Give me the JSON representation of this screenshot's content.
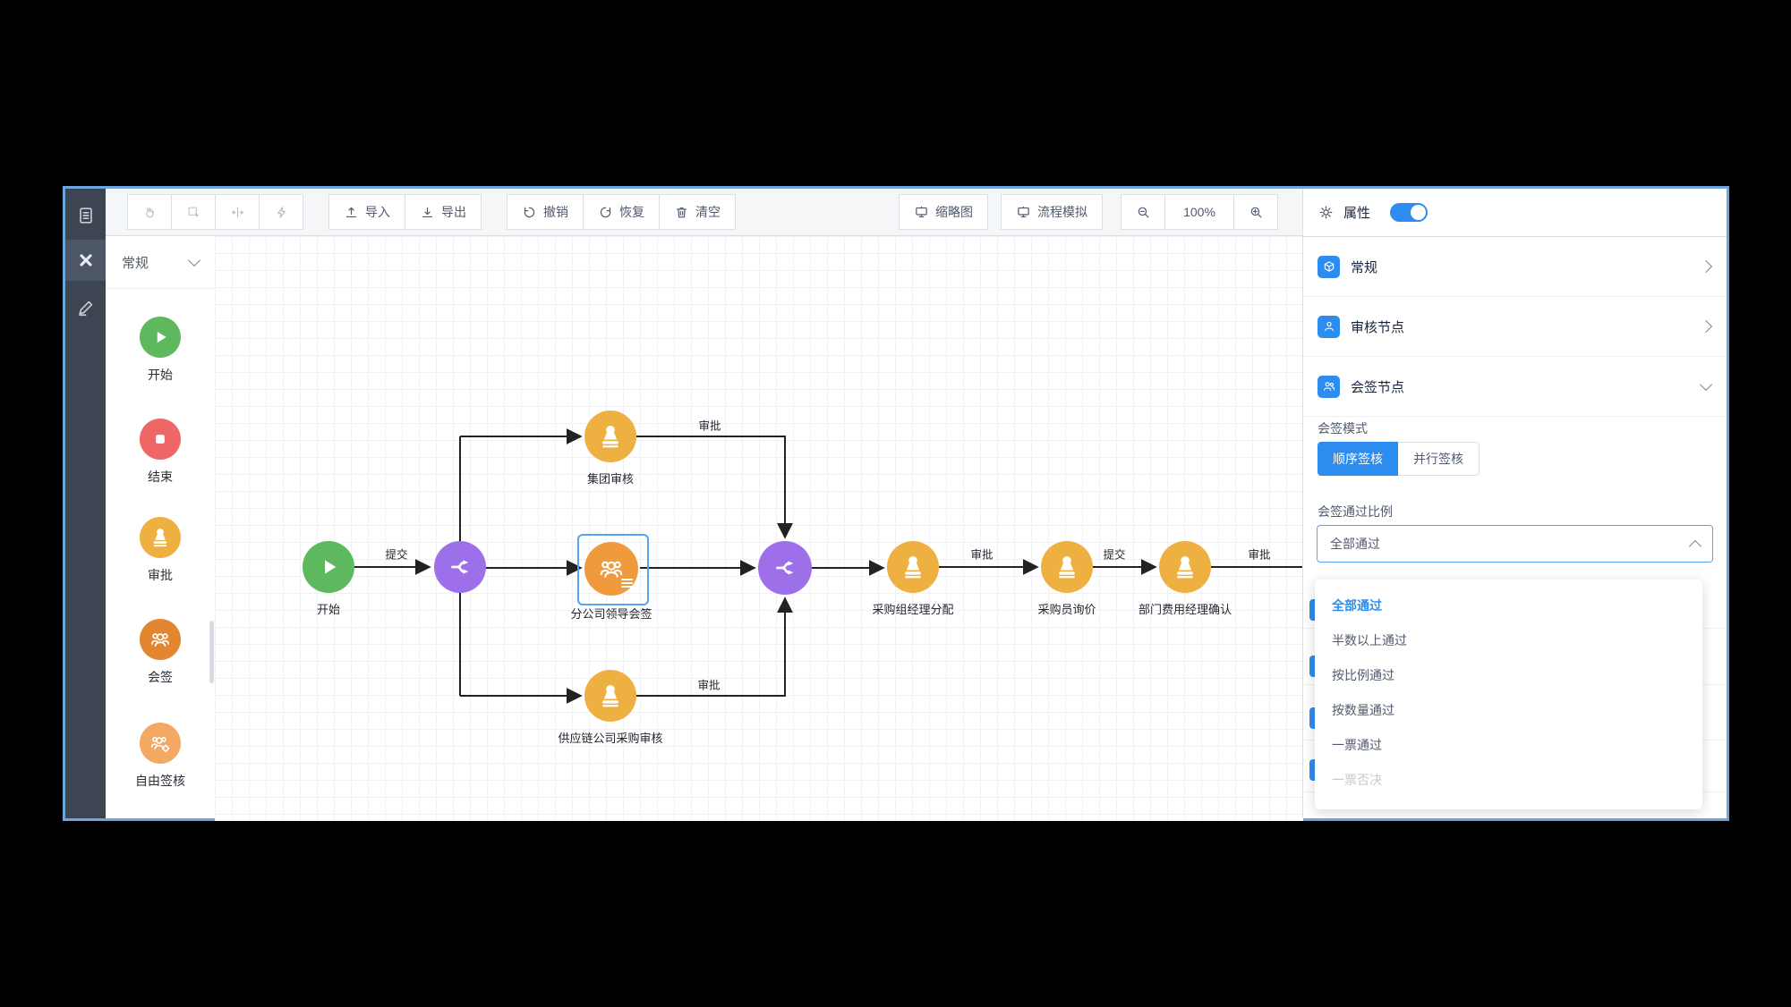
{
  "app": {
    "accent": "#2d8cf0",
    "window_border": "#6ca6dd",
    "gateway_color": "#9d70ea",
    "selection_color": "#57a3f3"
  },
  "toolbar": {
    "import_label": "导入",
    "export_label": "导出",
    "undo_label": "撤销",
    "redo_label": "恢复",
    "clear_label": "清空",
    "minimap_label": "缩略图",
    "simulate_label": "流程模拟",
    "zoom_level": "100%"
  },
  "palette": {
    "group_label": "常规",
    "items": [
      {
        "label": "开始",
        "color": "#5eb95e",
        "icon": "play-icon"
      },
      {
        "label": "结束",
        "color": "#ee6666",
        "icon": "stop-icon"
      },
      {
        "label": "审批",
        "color": "#eeb041",
        "icon": "stamp-icon"
      },
      {
        "label": "会签",
        "color": "#e2862f",
        "icon": "group-icon"
      },
      {
        "label": "自由签核",
        "color": "#f3a863",
        "icon": "group-gear-icon"
      }
    ]
  },
  "canvas": {
    "nodes": [
      {
        "label": "开始",
        "type": "start",
        "color": "#5eb95e"
      },
      {
        "label": "集团审核",
        "type": "approve",
        "color": "#eeb041"
      },
      {
        "label": "分公司领导会签",
        "type": "countersign",
        "color": "#f09a3e",
        "selected": true
      },
      {
        "label": "供应链公司采购审核",
        "type": "approve",
        "color": "#eeb041"
      },
      {
        "label": "采购组经理分配",
        "type": "approve",
        "color": "#eeb041"
      },
      {
        "label": "采购员询价",
        "type": "approve",
        "color": "#eeb041"
      },
      {
        "label": "部门费用经理确认",
        "type": "approve",
        "color": "#eeb041"
      }
    ],
    "gateway_count": 2,
    "edge_labels": [
      "提交",
      "审批",
      "审批",
      "审批",
      "提交",
      "审批"
    ]
  },
  "panel": {
    "title": "属性",
    "sections": [
      {
        "label": "常规",
        "state": "collapsed"
      },
      {
        "label": "审核节点",
        "state": "collapsed"
      },
      {
        "label": "会签节点",
        "state": "expanded"
      }
    ],
    "countersign_mode_label": "会签模式",
    "mode_options": [
      {
        "label": "顺序签核",
        "active": true
      },
      {
        "label": "并行签核",
        "active": false
      }
    ],
    "pass_ratio_label": "会签通过比例",
    "pass_ratio_value": "全部通过",
    "dropdown_options": [
      {
        "label": "全部通过",
        "selected": true
      },
      {
        "label": "半数以上通过"
      },
      {
        "label": "按比例通过"
      },
      {
        "label": "按数量通过"
      },
      {
        "label": "一票通过"
      },
      {
        "label": "一票否决",
        "disabled": true
      }
    ]
  }
}
